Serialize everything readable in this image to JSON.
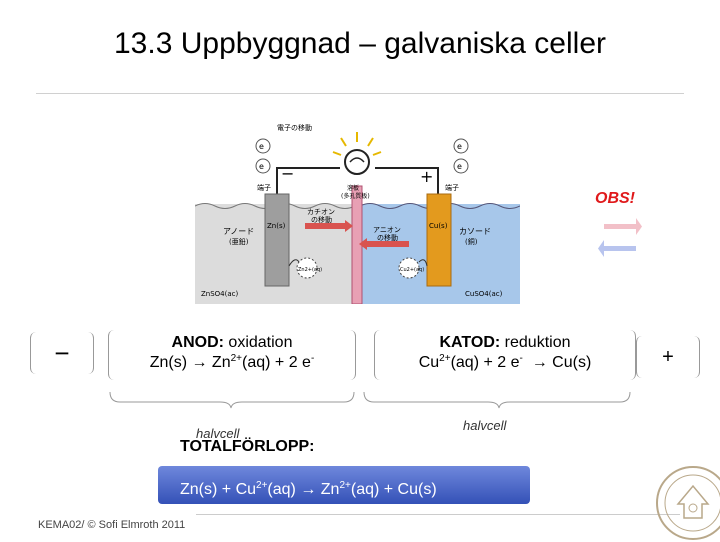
{
  "title": "13.3 Uppbyggnad – galvaniska celler",
  "diagram": {
    "labels": {
      "electron": "e",
      "electron_flow": "電子の移動",
      "terminal_left": "端子",
      "terminal_right": "端子",
      "minus": "−",
      "plus": "+",
      "salt_bridge": "溶板",
      "salt_bridge_sub": "(多孔質板)",
      "cation_move": "カチオン",
      "cation_move2": "の移動",
      "anion_move": "アニオン",
      "anion_move2": "の移動",
      "anode": "アノード",
      "anode_sub": "(亜鉛)",
      "cathode": "カソード",
      "cathode_sub": "(銅)",
      "zn_s": "Zn(s)",
      "cu_s": "Cu(s)",
      "zn_aq": "Zn2+(aq)",
      "cu_aq": "Cu2+(aq)",
      "znso4": "ZnSO4(ac)",
      "cuso4": "CuSO4(ac)"
    }
  },
  "obs": "OBS!",
  "minus_sign": "−",
  "plus_sign": "+",
  "anod": {
    "keyword": "ANOD:",
    "text": " oxidation",
    "eq_left": "Zn(s) ",
    "arrow": "→",
    "eq_mid": " Zn",
    "charge": "2+",
    "eq_right": "(aq) + 2 e",
    "e_charge": "-"
  },
  "katod": {
    "keyword": "KATOD:",
    "text": " reduktion",
    "eq_left": "Cu",
    "charge": "2+",
    "eq_mid": "(aq) + 2 e",
    "e_charge": "-",
    "arrow": "→",
    "eq_right": " Cu(s)"
  },
  "halvcell_left": "halvcell",
  "halvcell_right": "halvcell",
  "total": {
    "label": "TOTALFÖRLOPP:",
    "p1": "Zn(s)  +  Cu",
    "c1": "2+",
    "p2": "(aq) ",
    "arrow": "→",
    "p3": " Zn",
    "c2": "2+",
    "p4": "(aq) + Cu(s)"
  },
  "footer": "KEMA02/ © Sofi Elmroth 2011",
  "colors": {
    "obs": "#e0191b",
    "total_box": "#4a66c8",
    "solution_left": "#d9d9d9",
    "solution_right": "#a9c9ea",
    "zinc": "#9e9e9e",
    "copper": "#e39a1e"
  }
}
